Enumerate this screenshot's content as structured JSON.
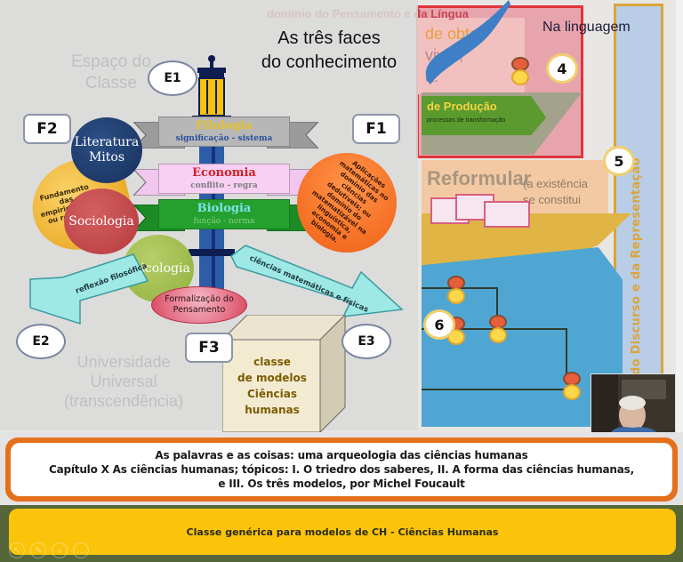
{
  "slide": {
    "title_line1": "As três faces",
    "title_line2": "do conhecimento",
    "faces": {
      "f1": "F1",
      "f2": "F2",
      "f3": "F3"
    },
    "edges": {
      "e1": "E1",
      "e2": "E2",
      "e3": "E3"
    },
    "ribbons": [
      {
        "title": "Filologia",
        "subtitle": "significação - sistema"
      },
      {
        "title": "Economia",
        "subtitle": "conflito - regra"
      },
      {
        "title": "Biologia",
        "subtitle": "função - norma"
      }
    ],
    "circles": {
      "literatura": "Literatura Mitos",
      "sociologia": "Sociologia",
      "psicologia": "Psicologia"
    },
    "orange_left_text": "Fundamento das empiricidades ou reflexão do",
    "orange_right_text": "Aplicações matemáticas no domínio das ciências dedutíveis; ou domínio do matematizável na linguística, economia e biologia.",
    "formalizacao": "Formalização do Pensamento",
    "arrow_left_label": "reflexão filosófica",
    "arrow_right_label": "ciências matemáticas e físicas",
    "cube_text": [
      "classe",
      "de modelos",
      "Ciências",
      "humanas"
    ],
    "ghost_left": [
      "Espaço do",
      "Classe"
    ],
    "ghost_bottom": [
      "Universidade",
      "Universal",
      "(transcendência)"
    ]
  },
  "background_slide": {
    "top_banner": "domínio do Pensamento e da Língua",
    "lang_label": "Na linguagem",
    "ghost_lines": [
      "de obter",
      "viver;",
      "a."
    ],
    "production_label": "de Produção",
    "production_sub": "processos de transformação",
    "reformular": "Reformular",
    "existence_text": [
      "(a existência",
      "se constitui"
    ],
    "vertical_label": "do Discurso e da Representação",
    "bubbles": {
      "b4": "4",
      "b5": "5",
      "b6": "6"
    }
  },
  "footer": {
    "book_line1": "As palavras e as coisas: uma arqueologia das ciências humanas",
    "book_line2": "Capítulo X As ciências humanas; tópicos: I. O triedro dos saberes, II. A forma das ciências humanas,",
    "book_line3": "e III. Os três modelos, por Michel Foucault",
    "class_label": "Classe genérica para modelos de CH - Ciências Humanas"
  },
  "player_controls": [
    {
      "icon": "arrow-icon",
      "glyph": "↖"
    },
    {
      "icon": "pen-icon",
      "glyph": "✎"
    },
    {
      "icon": "zoom-icon",
      "glyph": "⌕"
    },
    {
      "icon": "more-icon",
      "glyph": "…"
    }
  ],
  "colors": {
    "orange_border": "#e5701c",
    "class_yellow": "#fbc40a",
    "footer_green": "#55673a",
    "pool_blue": "#4fa6d2",
    "red_frame": "#e0343c",
    "gold_frame": "#d9a53a"
  }
}
